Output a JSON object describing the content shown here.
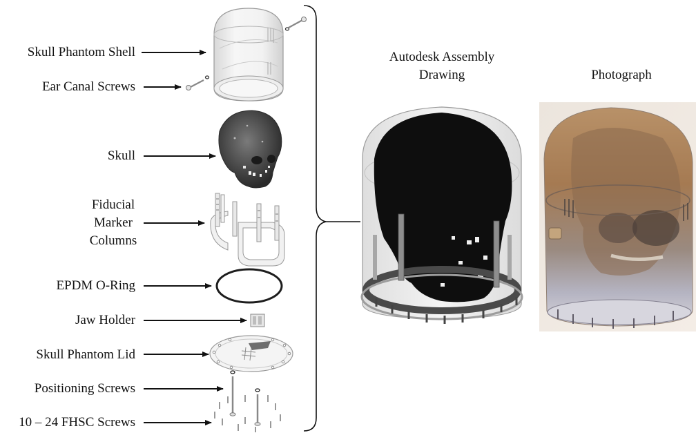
{
  "labels": {
    "shell": "Skull Phantom Shell",
    "ear_screws": "Ear Canal Screws",
    "skull": "Skull",
    "fiducial_line1": "Fiducial",
    "fiducial_line2": "Marker",
    "fiducial_line3": "Columns",
    "oring": "EPDM O-Ring",
    "jaw": "Jaw Holder",
    "lid": "Skull Phantom Lid",
    "positioning": "Positioning Screws",
    "fhsc": "10 – 24 FHSC Screws"
  },
  "titles": {
    "assembly_line1": "Autodesk Assembly",
    "assembly_line2": "Drawing",
    "photo": "Photograph"
  }
}
